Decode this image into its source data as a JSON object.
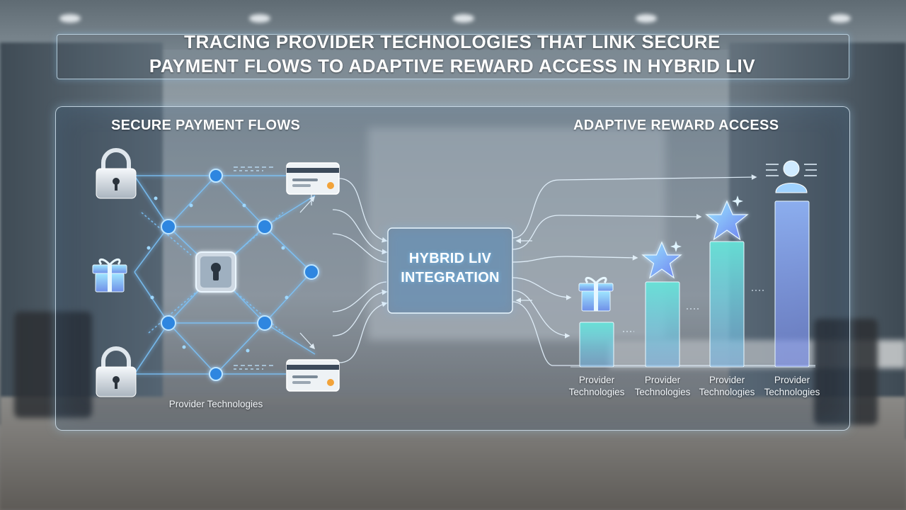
{
  "title": {
    "line1": "TRACING PROVIDER TECHNOLOGIES THAT LINK SECURE",
    "line2": "PAYMENT FLOWS TO ADAPTIVE REWARD ACCESS IN HYBRID LIV"
  },
  "left_section": {
    "heading": "SECURE PAYMENT FLOWS",
    "caption": "Provider Technologies",
    "icons": [
      "padlock-icon",
      "gift-icon",
      "padlock-icon",
      "keyhole-node-icon",
      "payment-card-icon",
      "payment-card-icon"
    ]
  },
  "hub": {
    "line1": "HYBRID LIV",
    "line2": "INTEGRATION"
  },
  "right_section": {
    "heading": "ADAPTIVE REWARD ACCESS",
    "bar_label": "Provider Technologies",
    "tiers": [
      {
        "level": 1,
        "icon": "gift-icon",
        "label": "Provider Technologies"
      },
      {
        "level": 2,
        "icon": "star-icon",
        "label": "Provider Technologies"
      },
      {
        "level": 3,
        "icon": "star-icon",
        "label": "Provider Technologies"
      },
      {
        "level": 4,
        "icon": "user-icon",
        "label": "Provider Technologies"
      }
    ]
  },
  "colors": {
    "accent": "#5fb4ff",
    "glow": "#8fd4ff",
    "bar_teal": "#5fe0d6",
    "bar_violet": "#8f8cf2",
    "card_accent": "#f2a33a"
  }
}
